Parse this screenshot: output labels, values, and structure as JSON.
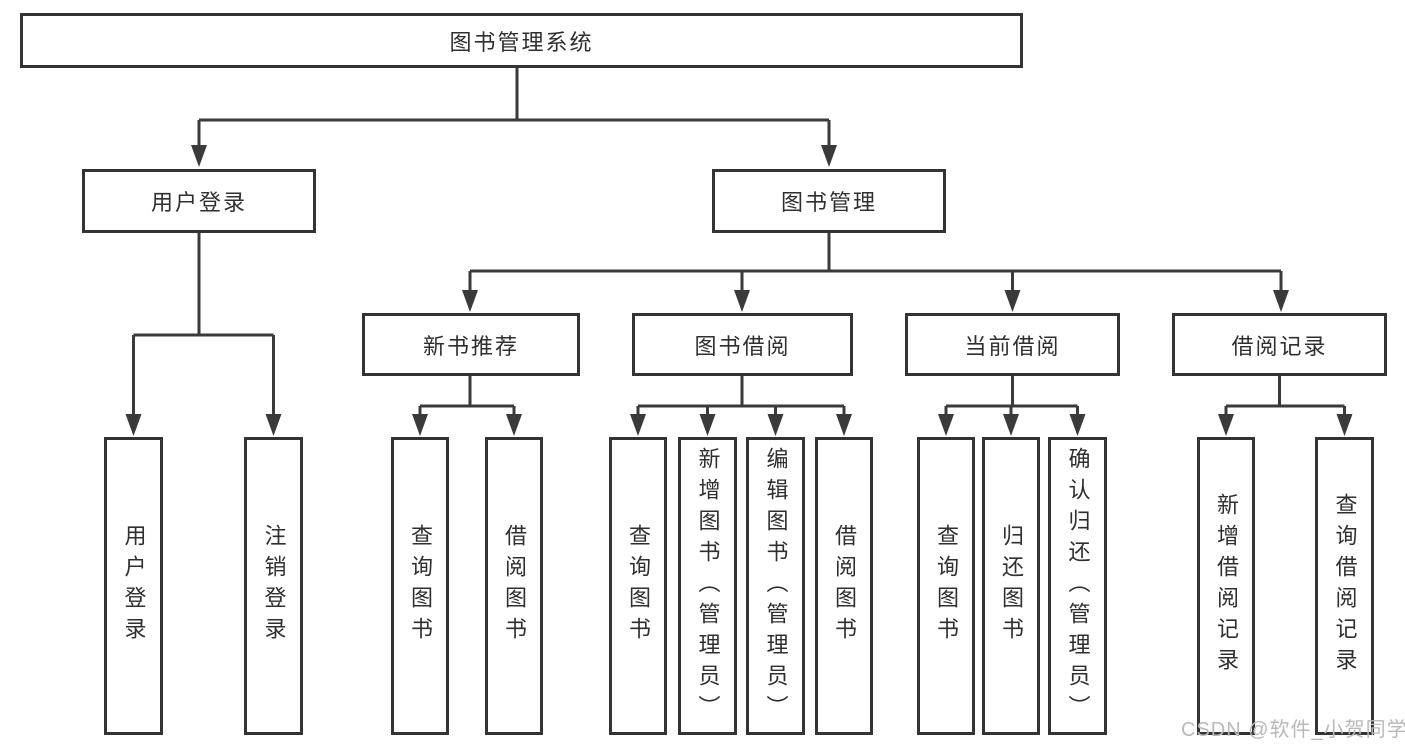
{
  "diagram": {
    "title_node": "图书管理系统",
    "nodes": {
      "root": "图书管理系统",
      "user_login": "用户登录",
      "book_management": "图书管理",
      "new_book_recommend": "新书推荐",
      "book_borrowing": "图书借阅",
      "current_borrowing": "当前借阅",
      "borrowing_records": "借阅记录",
      "leaf_user_login": "用户登录",
      "leaf_logout": "注销登录",
      "rec_query_books": "查询图书",
      "rec_borrow_books": "借阅图书",
      "bor_query_books": "查询图书",
      "bor_add_books": "新增图书（管理员）",
      "bor_edit_books": "编辑图书（管理员）",
      "bor_borrow_books": "借阅图书",
      "cur_query_books": "查询图书",
      "cur_return_books": "归还图书",
      "cur_confirm_return": "确认归还（管理员）",
      "recd_add_record": "新增借阅记录",
      "recd_query_record": "查询借阅记录"
    },
    "colors": {
      "line": "#3a3a3a",
      "box_border": "#333333",
      "text": "#2f2f2f",
      "background": "#ffffff",
      "watermark": "#b9b9b9"
    }
  },
  "watermark": {
    "text": "CSDN @软件_小贺同学"
  }
}
